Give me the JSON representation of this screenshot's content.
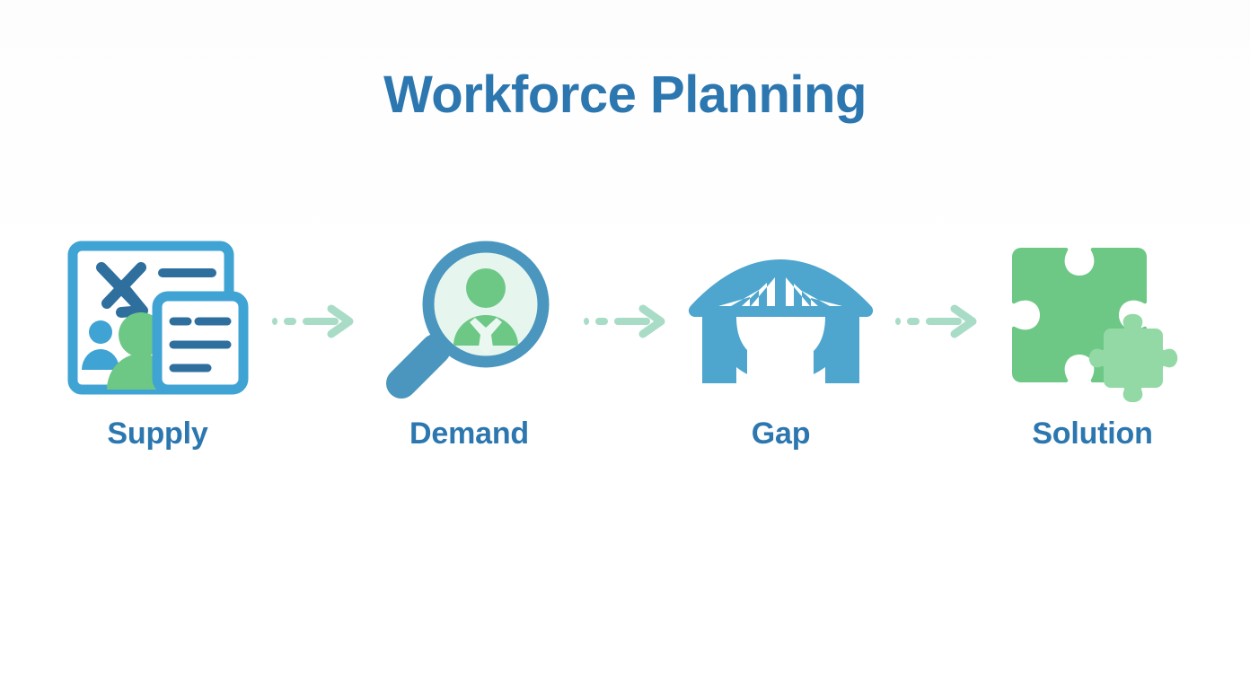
{
  "page": {
    "title": "Workforce Planning",
    "background_color": "#ffffff"
  },
  "palette": {
    "title_blue": "#2C77AF",
    "label_blue": "#2C77AF",
    "card_outline_blue": "#3FA3D4",
    "dark_blue": "#2F6F9E",
    "bridge_blue": "#4EA5CE",
    "lens_blue": "#4A96BE",
    "green": "#6DC885",
    "light_green": "#93D9A5",
    "lens_fill": "#E6F6EF",
    "arrow_mint": "#A9DCC6"
  },
  "flow": {
    "steps": [
      {
        "id": "supply",
        "label": "Supply",
        "icon": "id-card-people-icon"
      },
      {
        "id": "demand",
        "label": "Demand",
        "icon": "magnifying-glass-person-icon"
      },
      {
        "id": "gap",
        "label": "Gap",
        "icon": "bridge-icon"
      },
      {
        "id": "solution",
        "label": "Solution",
        "icon": "puzzle-pieces-icon"
      }
    ],
    "connectors": [
      {
        "id": "connector-supply-demand",
        "icon": "dashed-arrow-right-icon"
      },
      {
        "id": "connector-demand-gap",
        "icon": "dashed-arrow-right-icon"
      },
      {
        "id": "connector-gap-solution",
        "icon": "dashed-arrow-right-icon"
      }
    ]
  }
}
